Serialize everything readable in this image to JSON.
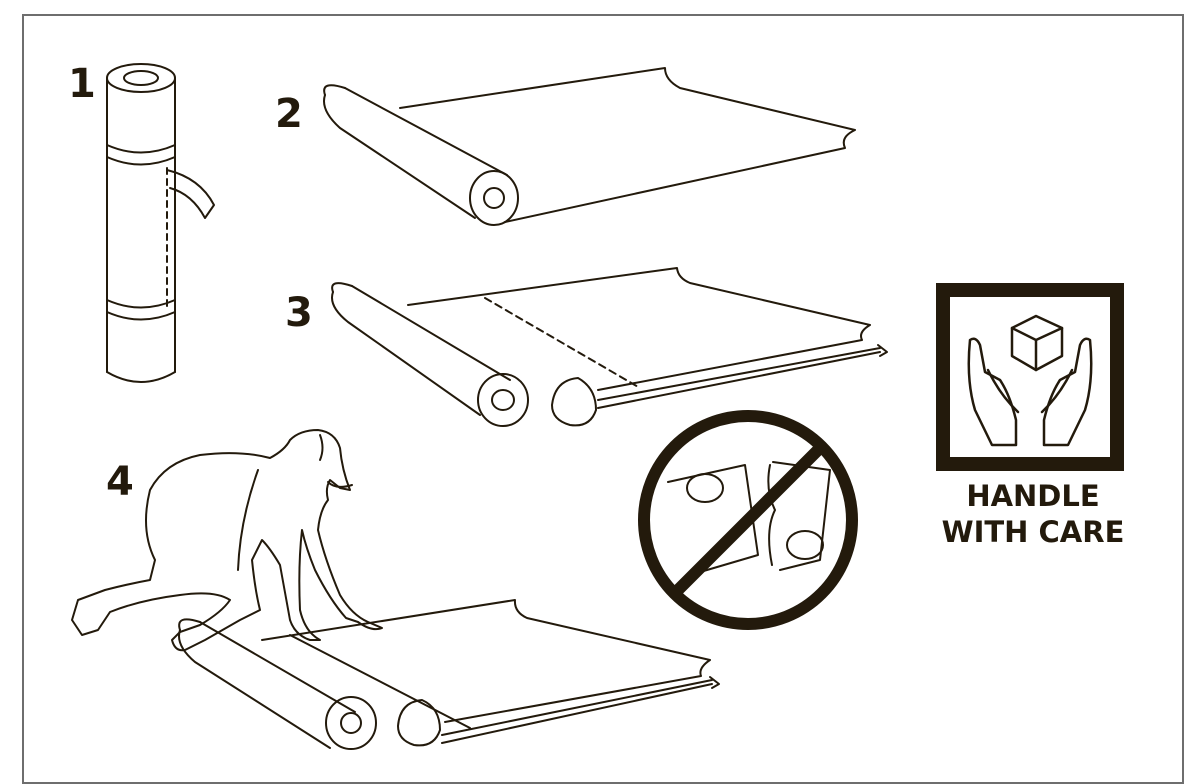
{
  "steps": [
    {
      "number": "1"
    },
    {
      "number": "2"
    },
    {
      "number": "3"
    },
    {
      "number": "4"
    }
  ],
  "care_label": {
    "line1": "HANDLE",
    "line2": "WITH CARE"
  },
  "icons": [
    "handle-with-care-icon",
    "no-tearing-icon"
  ],
  "colors": {
    "ink": "#231a0c",
    "frame": "#6e6e6e",
    "background": "#ffffff"
  }
}
